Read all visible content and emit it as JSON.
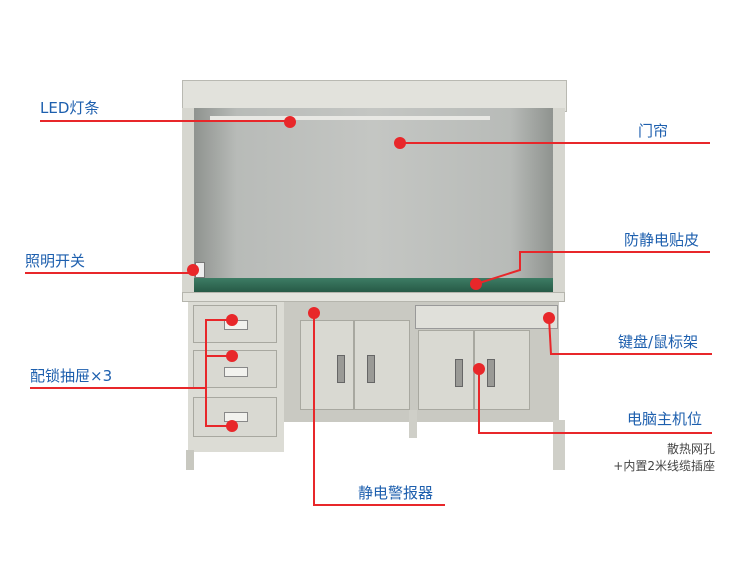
{
  "title": "工作台结构示意",
  "callouts": {
    "led": "LED灯条",
    "curtain": "门帘",
    "antistatic": "防静电贴皮",
    "light_switch": "照明开关",
    "keyboard": "键盘/鼠标架",
    "drawers": "配锁抽屉×3",
    "pc": "电脑主机位",
    "pc_note1": "散热网孔",
    "pc_note2": "+内置2米线缆插座",
    "alarm": "静电警报器"
  },
  "colors": {
    "label": "#1d5fae",
    "line": "#e8272a",
    "frame": "#d8d8d0",
    "mat": "#2f6b55"
  }
}
